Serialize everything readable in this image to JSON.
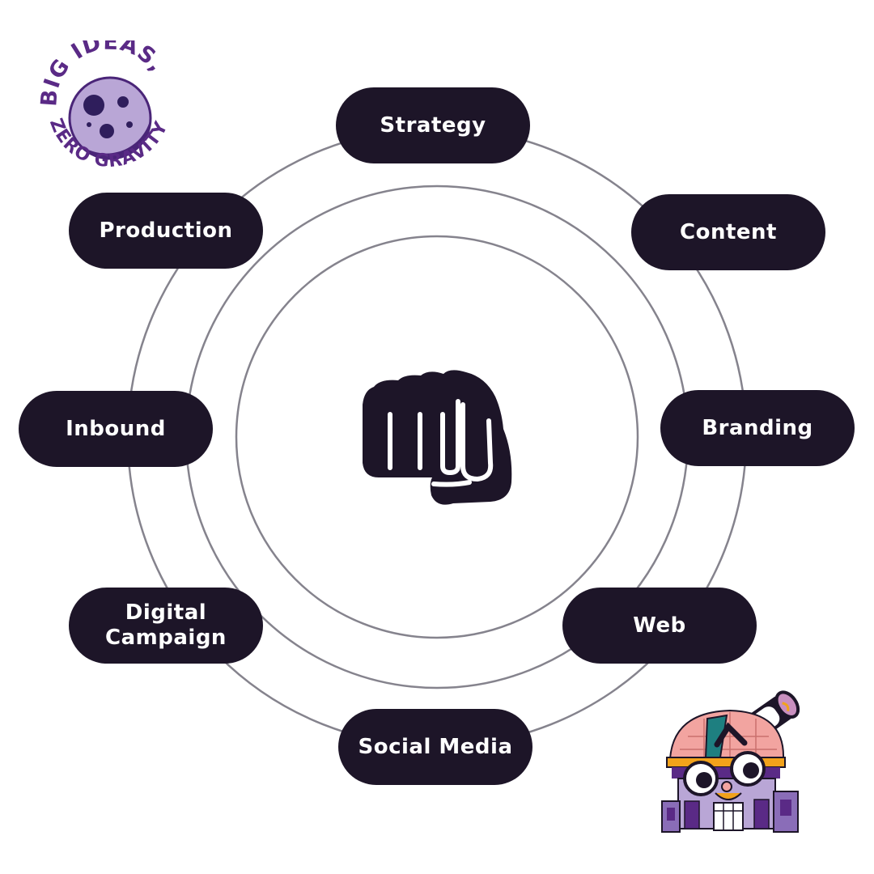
{
  "logo": {
    "line1": "BIG IDEAS,",
    "line2": "ZERO GRAVITY",
    "icon": "moon-planet-icon"
  },
  "center": {
    "icon": "fist-icon"
  },
  "services": [
    {
      "label": "Strategy"
    },
    {
      "label": "Content"
    },
    {
      "label": "Branding"
    },
    {
      "label": "Web"
    },
    {
      "label": "Social Media"
    },
    {
      "label": "Digital\nCampaign"
    },
    {
      "label": "Inbound"
    },
    {
      "label": "Production"
    }
  ],
  "mascot": {
    "icon": "observatory-mascot-icon"
  },
  "colors": {
    "pill_bg": "#1d1528",
    "pill_text": "#ffffff",
    "ring": "#85838d",
    "brand_purple": "#5a2a86",
    "moon_lilac": "#b9a6d6"
  }
}
